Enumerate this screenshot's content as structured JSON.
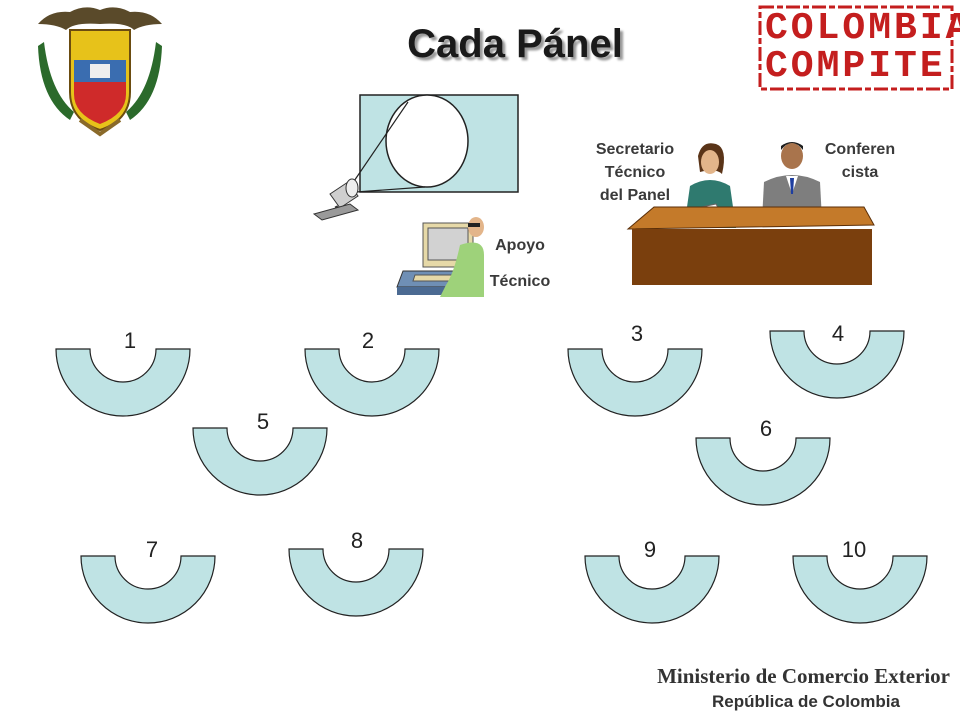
{
  "title": "Cada Pánel",
  "stamp": {
    "line1": "COLOMBIA",
    "line2": "COMPITE"
  },
  "roles": {
    "secretary": [
      "Secretario",
      "Técnico",
      "del Panel"
    ],
    "speaker": [
      "Conferen",
      "cista"
    ],
    "support": [
      "Apoyo",
      "Técnico"
    ]
  },
  "tables": [
    "1",
    "2",
    "3",
    "4",
    "5",
    "6",
    "7",
    "8",
    "9",
    "10"
  ],
  "footer": {
    "ministry": "Ministerio de Comercio Exterior",
    "country": "República de Colombia"
  },
  "colors": {
    "arc_fill": "#bfe3e4",
    "desk": "#7a3f0d",
    "desk_top": "#c47a2a",
    "stamp": "#c41e1e"
  },
  "icons": [
    "coat-of-arms-icon",
    "projector-icon",
    "computer-icon",
    "secretary-person-icon",
    "speaker-person-icon"
  ]
}
